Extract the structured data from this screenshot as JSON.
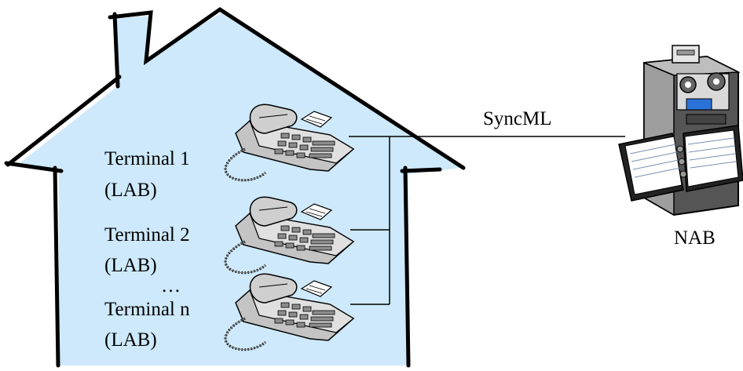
{
  "terminals": [
    {
      "name": "Terminal 1",
      "sub": "(LAB)"
    },
    {
      "name": "Terminal 2",
      "sub": "(LAB)"
    },
    {
      "name": "Terminal n",
      "sub": "(LAB)"
    }
  ],
  "ellipsis": "…",
  "link_label": "SyncML",
  "server_label": "NAB",
  "colors": {
    "house_fill": "#cde9fb",
    "outline": "#000000",
    "phone_body": "#b8b8b8",
    "phone_dark": "#555555",
    "screen": "#2a72d8"
  }
}
